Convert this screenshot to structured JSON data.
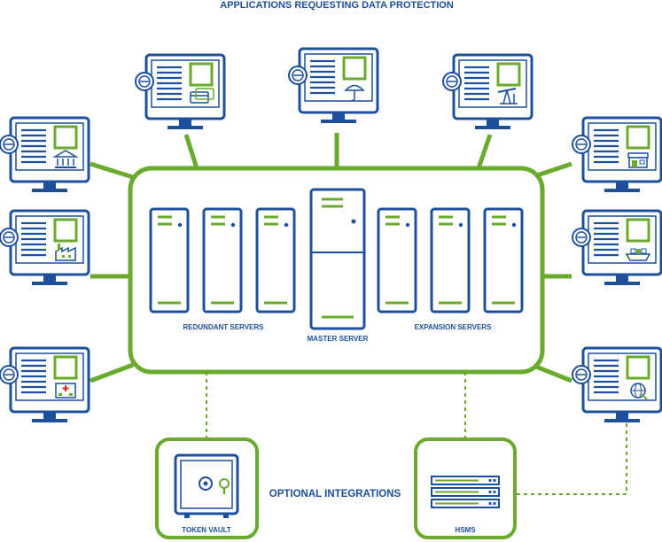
{
  "title": "APPLICATIONS REQUESTING DATA PROTECTION",
  "labels": {
    "redundant": "REDUNDANT SERVERS",
    "master": "MASTER SERVER",
    "expansion": "EXPANSION SERVERS",
    "optional": "OPTIONAL INTEGRATIONS",
    "token_vault": "TOKEN VAULT",
    "hsms": "HSMS"
  },
  "applications": [
    {
      "icon": "credit-card-icon"
    },
    {
      "icon": "umbrella-icon"
    },
    {
      "icon": "oil-pump-icon"
    },
    {
      "icon": "bank-icon"
    },
    {
      "icon": "storefront-icon"
    },
    {
      "icon": "factory-icon"
    },
    {
      "icon": "cargo-ship-icon"
    },
    {
      "icon": "hospital-icon"
    },
    {
      "icon": "globe-icon"
    }
  ],
  "colors": {
    "blue": "#1c4f9c",
    "green": "#6aab2e",
    "white": "#ffffff"
  }
}
